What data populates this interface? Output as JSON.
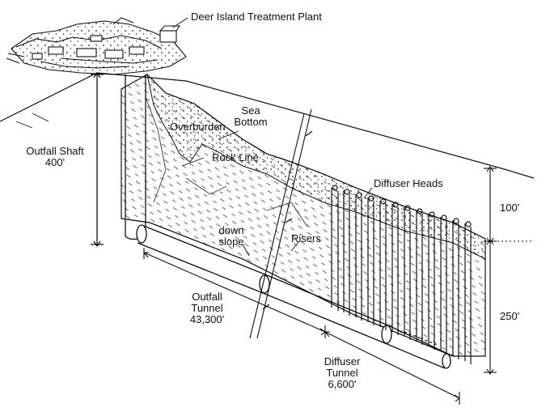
{
  "labels": {
    "plant": "Deer Island Treatment Plant",
    "sea_bottom_1": "Sea",
    "sea_bottom_2": "Bottom",
    "overburden": "Overburden",
    "rock_line": "Rock Line",
    "outfall_shaft_1": "Outfall Shaft",
    "outfall_shaft_2": "400'",
    "diffuser_heads": "Diffuser Heads",
    "dim_100": "100'",
    "dim_250": "250'",
    "down_slope_1": "down",
    "down_slope_2": "slope",
    "risers": "Risers",
    "outfall_tunnel_1": "Outfall",
    "outfall_tunnel_2": "Tunnel",
    "outfall_tunnel_3": "43,300'",
    "diffuser_tunnel_1": "Diffuser",
    "diffuser_tunnel_2": "Tunnel",
    "diffuser_tunnel_3": "6,600'"
  }
}
